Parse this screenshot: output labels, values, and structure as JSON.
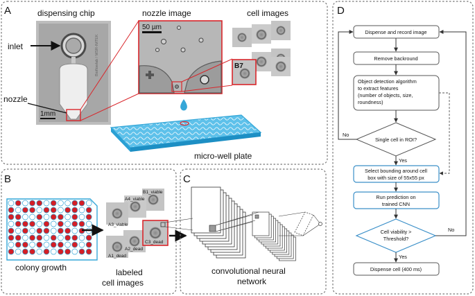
{
  "panels": {
    "a": "A",
    "b": "B",
    "c": "C",
    "d": "D"
  },
  "panel_a": {
    "dispensing_chip": "dispensing chip",
    "nozzle_image": "nozzle image",
    "cell_images": "cell images",
    "inlet": "inlet",
    "nozzle": "nozzle",
    "chip_text": "Bioflowlab / MSR-IMTEK",
    "scale_1mm": "1mm",
    "scale_50um": "50 µm",
    "cell_label": "B7",
    "micro_well_plate": "micro-well plate"
  },
  "panel_b": {
    "colony_growth": "colony growth",
    "labeled_line1": "labeled",
    "labeled_line2": "cell images",
    "tiles": [
      "B1_viable",
      "A4_viable",
      "A3_viable",
      "C3_dead",
      "A2_dead",
      "A1_dead"
    ]
  },
  "panel_c": {
    "line1": "convolutional neural",
    "line2": "network"
  },
  "flowchart": {
    "step1": "Dispense and record image",
    "step2": "Remove backround",
    "step3_l1": "Object detection algorithm",
    "step3_l2": "to extract features",
    "step3_l3": "(number of objects, size,",
    "step3_l4": "roundness)",
    "decision1": "Single cell in ROI?",
    "no1": "No",
    "yes1": "Yes",
    "step4_l1": "Select bounding around cell",
    "step4_l2": "box with size of 55x55 px",
    "step5_l1": "Run prediction on",
    "step5_l2": "trained CNN",
    "decision2_l1": "Cell viability >",
    "decision2_l2": "Threshold?",
    "no2": "No",
    "yes2": "Yes",
    "step6": "Dispense cell (400 ms)"
  },
  "colors": {
    "highlight_red": "#d9262b",
    "plate_blue": "#35a7d8",
    "well_red": "#d41f26",
    "flow_blue": "#3a8fc8"
  },
  "icons": [
    "droplet-icon",
    "arrow-icon"
  ]
}
